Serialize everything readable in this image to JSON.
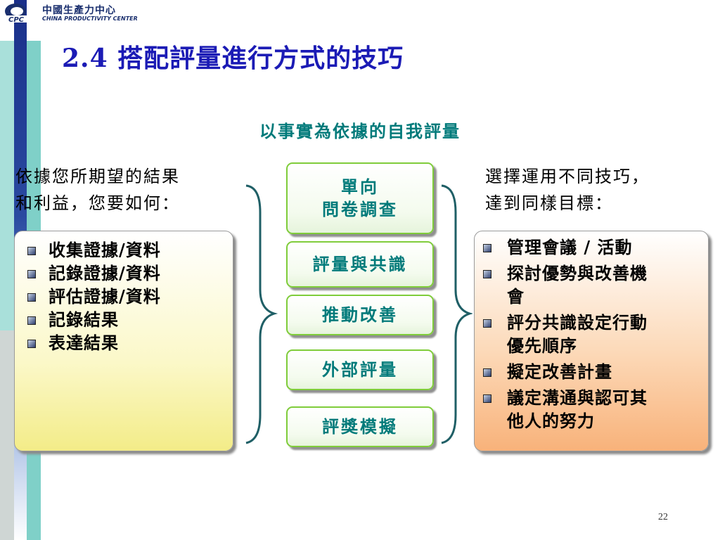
{
  "header": {
    "logo_text_cn": "中國生產力中心",
    "logo_text_en": "CHINA PRODUCTIVITY CENTER",
    "logo_mark": "CPC"
  },
  "title": "2.4 搭配評量進行方式的技巧",
  "subtitle": "以事實為依據的自我評量",
  "left": {
    "question_line1": "依據您所期望的結果",
    "question_line2": "和利益，您要如何：",
    "items": [
      "收集證據/資料",
      "記錄證據/資料",
      "評估證據/資料",
      "記錄結果",
      "表達結果"
    ]
  },
  "middle": {
    "boxes": [
      {
        "line1": "單向",
        "line2": "問卷調查"
      },
      {
        "line1": "評量與共識",
        "line2": ""
      },
      {
        "line1": "推動改善",
        "line2": ""
      },
      {
        "line1": "外部評量",
        "line2": ""
      },
      {
        "line1": "評獎模擬",
        "line2": ""
      }
    ]
  },
  "right": {
    "question_line1": "選擇運用不同技巧，",
    "question_line2": "達到同樣目標：",
    "items": [
      {
        "line1": "管理會議 / 活動",
        "line2": ""
      },
      {
        "line1": "探討優勢與改善機",
        "line2": "會"
      },
      {
        "line1": "評分共識設定行動",
        "line2": "優先順序"
      },
      {
        "line1": "擬定改善計畫",
        "line2": ""
      },
      {
        "line1": "議定溝通與認可其",
        "line2": "他人的努力"
      }
    ]
  },
  "page_number": "22",
  "colors": {
    "title": "#1b1bb5",
    "subtitle": "#007a7a",
    "side_bar_blue": "#1a2f8a",
    "side_bar_teal": "#7fd0c8",
    "mid_box_border": "#7fcc3a",
    "brace": "#1f5f66"
  }
}
